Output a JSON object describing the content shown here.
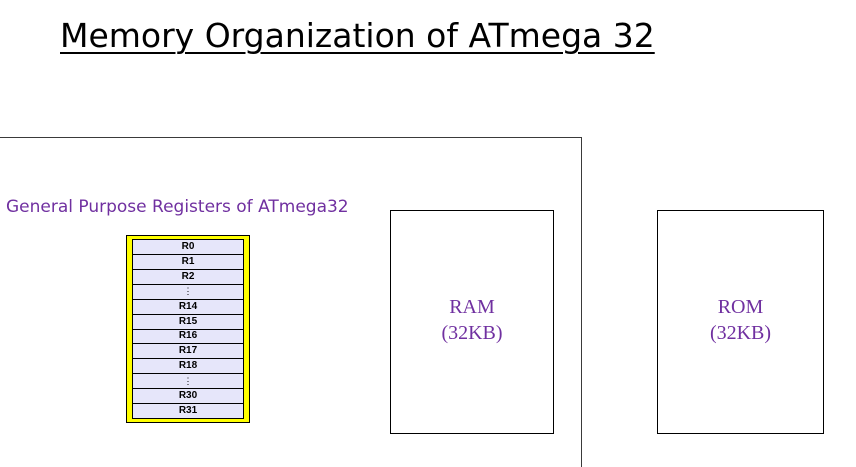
{
  "title": "Memory Organization of ATmega 32",
  "registers": {
    "caption": "General Purpose Registers of ATmega32",
    "cells": [
      "R0",
      "R1",
      "R2",
      "⋮",
      "R14",
      "R15",
      "R16",
      "R17",
      "R18",
      "⋮",
      "R30",
      "R31"
    ]
  },
  "ram": {
    "label": "RAM",
    "size": "(32KB)"
  },
  "rom": {
    "label": "ROM",
    "size": "(32KB)"
  },
  "colors": {
    "accent_text": "#7030a0",
    "register_file_fill": "#ffff00",
    "register_cell_fill": "#e6e6fa"
  }
}
